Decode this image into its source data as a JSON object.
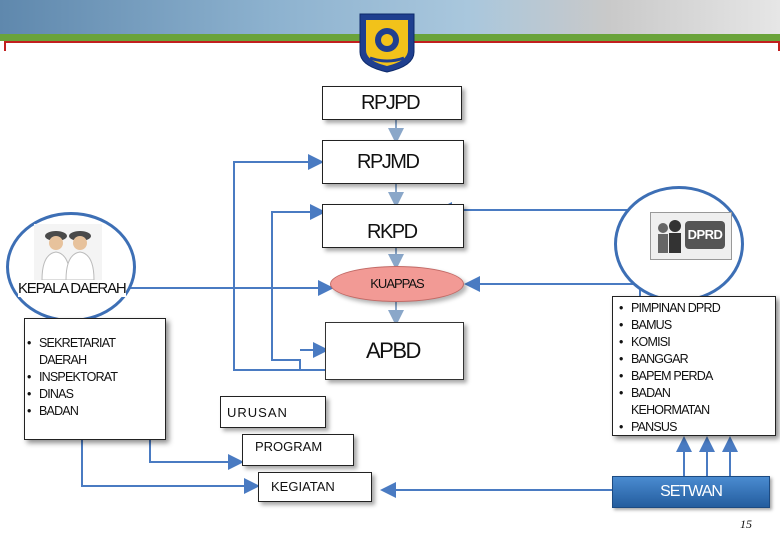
{
  "nodes": {
    "rpjpd": "RPJPD",
    "rpjmd": "RPJMD",
    "rkpd": "RKPD",
    "kuappas": "KUAPPAS",
    "apbd": "APBD",
    "urusan": "URUSAN",
    "program": "PROGRAM",
    "kegiatan": "KEGIATAN",
    "setwan": "SETWAN"
  },
  "left": {
    "title": "KEPALA DAERAH",
    "items": [
      "SEKRETARIAT",
      "DAERAH",
      "INSPEKTORAT",
      "DINAS",
      "BADAN"
    ]
  },
  "right": {
    "logo_text": "DPRD",
    "items": [
      "PIMPINAN DPRD",
      "BAMUS",
      "KOMISI",
      "BANGGAR",
      "BAPEM PERDA",
      "BADAN",
      "KEHORMATAN",
      "PANSUS"
    ]
  },
  "page_number": "15",
  "colors": {
    "connector": "#4a7bc2",
    "arrow_gray": "#8aa7c9",
    "kuappas_fill": "#f29a95",
    "setwan_fill": "#2f6fb7"
  }
}
